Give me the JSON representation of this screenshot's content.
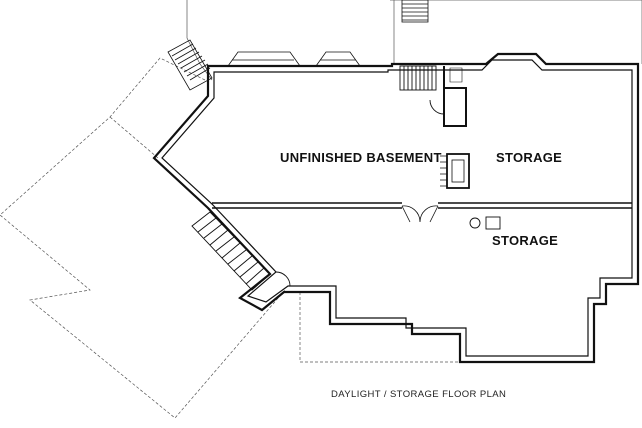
{
  "plan": {
    "rooms": [
      {
        "id": "unfinished",
        "label": "UNFINISHED BASEMENT"
      },
      {
        "id": "storage-upper",
        "label": "STORAGE"
      },
      {
        "id": "storage-lower",
        "label": "STORAGE"
      }
    ],
    "caption": "DAYLIGHT / STORAGE FLOOR PLAN",
    "colors": {
      "line": "#111111",
      "dashed": "#555555",
      "background": "#ffffff"
    }
  }
}
